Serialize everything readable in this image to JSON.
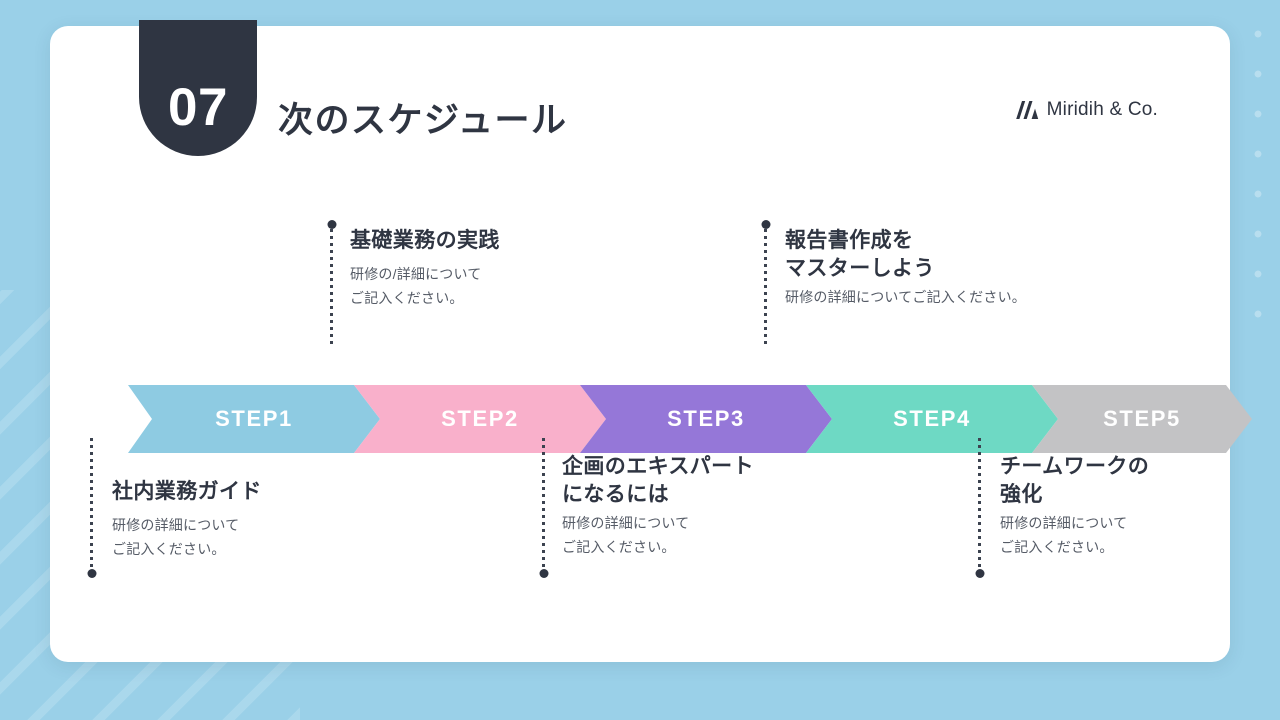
{
  "theme": {
    "background_color": "#9ad0e8",
    "card_color": "#ffffff",
    "badge_color": "#2f3542",
    "title_color": "#2f3542",
    "body_color": "#555b66"
  },
  "header": {
    "number": "07",
    "title": "次のスケジュール",
    "brand_name": "Miridih & Co.",
    "brand_icon": "miridih-logo-icon"
  },
  "steps": [
    {
      "label": "STEP1",
      "color": "#8ecbe2",
      "position": "bottom",
      "heading": "社内業務ガイド",
      "body": "研修の詳細について\nご記入ください。"
    },
    {
      "label": "STEP2",
      "color": "#f9b0cb",
      "position": "top",
      "heading": "基礎業務の実践",
      "body": "研修の/詳細について\nご記入ください。"
    },
    {
      "label": "STEP3",
      "color": "#9577d8",
      "position": "bottom",
      "heading": "企画のエキスパート\nになるには",
      "body": "研修の詳細について\nご記入ください。"
    },
    {
      "label": "STEP4",
      "color": "#6ed9c4",
      "position": "top",
      "heading": "報告書作成を\nマスターしよう",
      "body": "研修の詳細についてご記入ください。"
    },
    {
      "label": "STEP5",
      "color": "#c3c3c5",
      "position": "bottom",
      "heading": "チームワークの\n強化",
      "body": "研修の詳細について\nご記入ください。"
    }
  ]
}
